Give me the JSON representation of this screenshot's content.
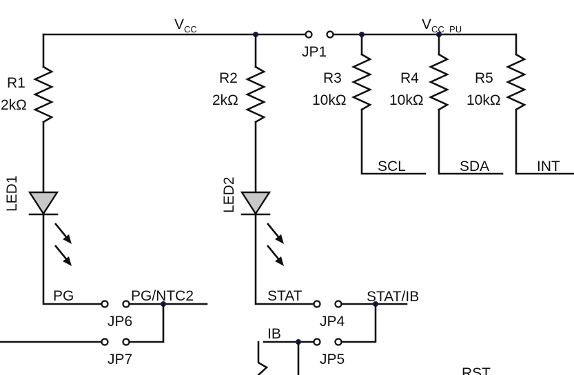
{
  "supply": {
    "vcc": "V",
    "vcc_sub": "CC",
    "vcc_pu": "V",
    "vcc_pu_sub": "CC_PU"
  },
  "resistors": [
    {
      "ref": "R1",
      "value": "2kΩ"
    },
    {
      "ref": "R2",
      "value": "2kΩ"
    },
    {
      "ref": "R3",
      "value": "10kΩ"
    },
    {
      "ref": "R4",
      "value": "10kΩ"
    },
    {
      "ref": "R5",
      "value": "10kΩ"
    }
  ],
  "leds": [
    {
      "ref": "LED1"
    },
    {
      "ref": "LED2"
    }
  ],
  "jumpers": {
    "jp1": "JP1",
    "jp4": "JP4",
    "jp5": "JP5",
    "jp6": "JP6",
    "jp7": "JP7"
  },
  "nets": {
    "scl": "SCL",
    "sda": "SDA",
    "int": "INT",
    "pg": "PG",
    "pg_ntc2": "PG/NTC2",
    "stat": "STAT",
    "stat_ib": "STAT/IB",
    "ib": "IB",
    "rst": "RST"
  }
}
